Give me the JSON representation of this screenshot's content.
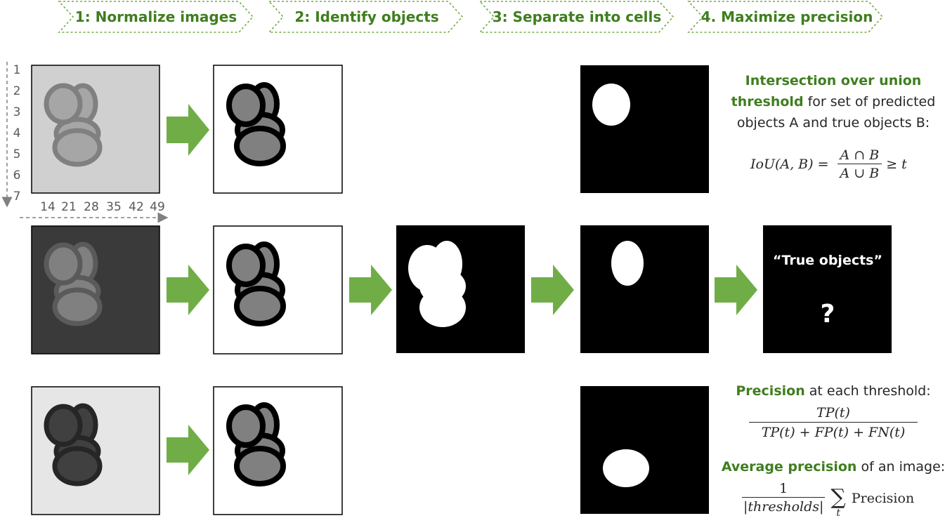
{
  "steps": [
    {
      "label": "1: Normalize images"
    },
    {
      "label": "2: Identify objects"
    },
    {
      "label": "3: Separate into cells"
    },
    {
      "label": "4. Maximize precision"
    }
  ],
  "axis": {
    "y_ticks": [
      "1",
      "2",
      "3",
      "4",
      "5",
      "6",
      "7"
    ],
    "x_ticks": [
      "14",
      "21",
      "28",
      "35",
      "42",
      "49"
    ]
  },
  "true_objects": {
    "title": "“True objects”",
    "mark": "?"
  },
  "iou": {
    "heading_green": "Intersection over union",
    "line2_green": "threshold",
    "line2_rest": " for set of predicted",
    "line3": "objects A and true objects B:",
    "lhs": "IoU(A, B) =",
    "numerator": "A ∩ B",
    "denominator": "A ∪ B",
    "rhs": "≥ t"
  },
  "precision": {
    "label_green": "Precision",
    "label_rest": " at each threshold:",
    "numerator": "TP(t)",
    "denominator": "TP(t) + FP(t) + FN(t)"
  },
  "average": {
    "label_green": "Average precision",
    "label_rest": " of an image:",
    "numerator": "1",
    "denominator": "|thresholds|",
    "sum_symbol": "∑",
    "sum_index": "t",
    "sum_term": "Precision"
  },
  "colors": {
    "accent_green": "#3f7e1f",
    "arrow_green": "#70ad47",
    "light_panel": "#d0d0d0",
    "dark_panel": "#3a3a3a",
    "pale_panel": "#e6e6e6",
    "mask_black": "#000000"
  }
}
